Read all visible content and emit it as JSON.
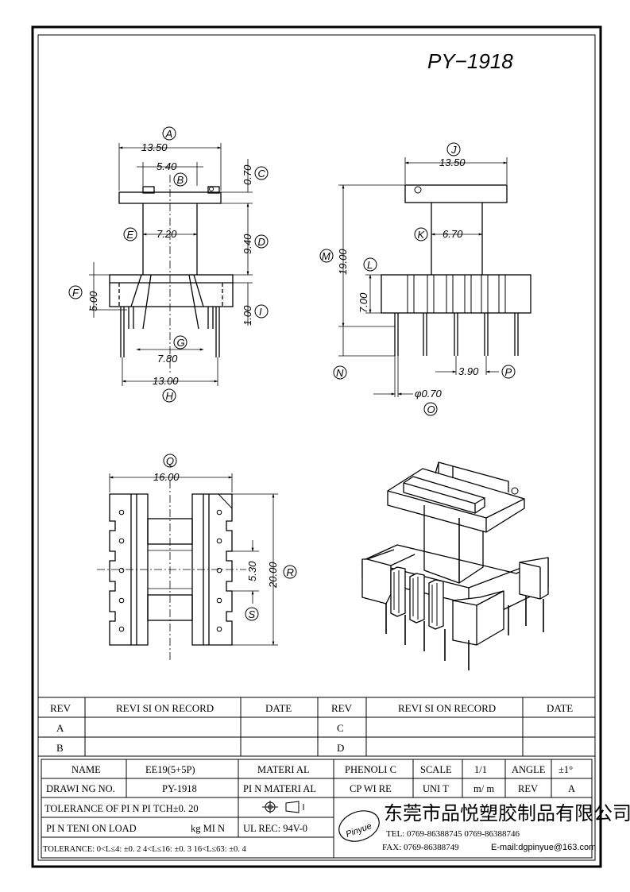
{
  "title": "PY−1918",
  "views": {
    "front": {
      "A": {
        "label": "A",
        "value": "13.50"
      },
      "B": {
        "label": "B",
        "value": "5.40"
      },
      "C": {
        "label": "C",
        "value": "0.70"
      },
      "D": {
        "label": "D",
        "value": "9.40"
      },
      "E": {
        "label": "E",
        "value": "7.20"
      },
      "F": {
        "label": "F",
        "value": "5.00"
      },
      "G": {
        "label": "G",
        "value": "7.80"
      },
      "H": {
        "label": "H",
        "value": "13.00"
      },
      "I": {
        "label": "I",
        "value": "1.00"
      }
    },
    "side": {
      "J": {
        "label": "J",
        "value": "13.50"
      },
      "K": {
        "label": "K",
        "value": "6.70"
      },
      "L": {
        "label": "L",
        "value": "7.00"
      },
      "M": {
        "label": "M",
        "value": "19.00"
      },
      "N": {
        "label": "N"
      },
      "O": {
        "label": "O",
        "value": "φ0.70"
      },
      "P": {
        "label": "P",
        "value": "3.90"
      }
    },
    "bottom": {
      "Q": {
        "label": "Q",
        "value": "16.00"
      },
      "R": {
        "label": "R",
        "value": "20.00"
      },
      "S": {
        "label": "S",
        "value": "5.30"
      }
    }
  },
  "revision_table": {
    "headers": [
      "REV",
      "REVI SI ON  RECORD",
      "DATE",
      "REV",
      "REVI SI ON  RECORD",
      "DATE"
    ],
    "rows": [
      [
        "A",
        "",
        "",
        "C",
        "",
        ""
      ],
      [
        "B",
        "",
        "",
        "D",
        "",
        ""
      ]
    ]
  },
  "title_block": {
    "name_label": "NAME",
    "name_value": "EE19(5+5P)",
    "material_label": "MATERI AL",
    "material_value": "PHENOLI C",
    "scale_label": "SCALE",
    "scale_value": "1/1",
    "angle_label": "ANGLE",
    "angle_value": "±1°",
    "drawing_label": "DRAWI NG NO.",
    "drawing_value": "PY-1918",
    "pin_material_label": "PI N  MATERI AL",
    "pin_material_value": "CP  WI RE",
    "unit_label": "UNI T",
    "unit_value": "m/ m",
    "rev_label": "REV",
    "rev_value": "A",
    "tolerance_pitch": "TOLERANCE  OF  PI N PI TCH±0. 20",
    "pin_tension_label": "PI N  TENI ON  LOAD",
    "pin_tension_unit": "kg  MI N",
    "ul_rec": "UL  REC: 94V-0",
    "tolerance": "TOLERANCE: 0<L≤4: ±0. 2   4<L≤16: ±0. 3   16<L≤63: ±0. 4",
    "company_name": "东莞市品悦塑胶制品有限公司",
    "logo_text": "Pinyue",
    "tel": "TEL: 0769-86388745     0769-86388746",
    "fax": "FAX: 0769-86388749",
    "email": "E-mail:dgpinyue@163.com"
  }
}
